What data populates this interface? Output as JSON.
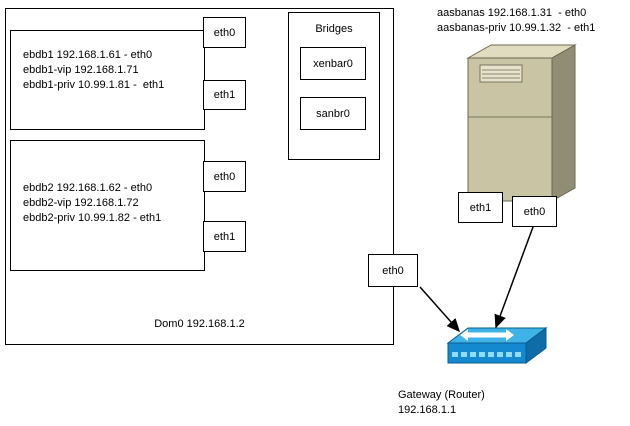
{
  "dom0": {
    "label": "Dom0 192.168.1.2",
    "eth0_label": "eth0",
    "node1": {
      "line1": "ebdb1 192.168.1.61 - eth0",
      "line2": "ebdb1-vip 192.168.1.71",
      "line3": "ebdb1-priv 10.99.1.81 -  eth1",
      "eth0": "eth0",
      "eth1": "eth1"
    },
    "node2": {
      "line1": "ebdb2 192.168.1.62 - eth0",
      "line2": "ebdb2-vip 192.168.1.72",
      "line3": "ebdb2-priv 10.99.1.82 - eth1",
      "eth0": "eth0",
      "eth1": "eth1"
    },
    "bridges": {
      "title": "Bridges",
      "bridge1": "xenbar0",
      "bridge2": "sanbr0"
    }
  },
  "server": {
    "line1": "aasbanas 192.168.1.31  - eth0",
    "line2": "aasbanas-priv 10.99.1.32  - eth1",
    "eth1": "eth1",
    "eth0": "eth0"
  },
  "gateway": {
    "name": "Gateway (Router)",
    "ip": "192.168.1.1"
  },
  "colors": {
    "server_front": "#C9C5A4",
    "server_top": "#E0DCC0",
    "server_side": "#908D74",
    "server_grille": "#E6E3CC",
    "router_top": "#3FB3E8",
    "router_front": "#1489CF",
    "router_side": "#0E6CA6",
    "router_port": "#8FDCF8",
    "arrow": "#000000"
  }
}
